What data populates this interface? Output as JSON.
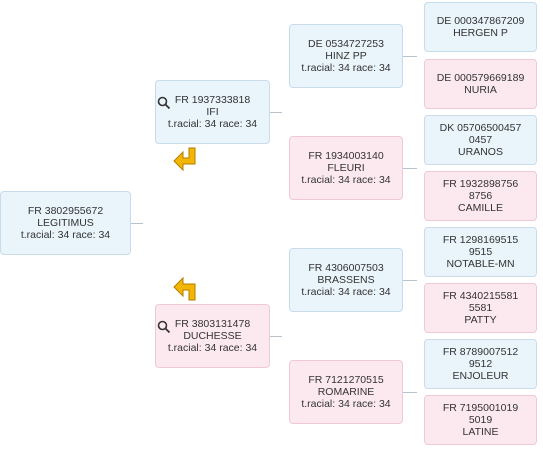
{
  "tree": {
    "subject": {
      "id": "FR 3802955672",
      "name": "LEGITIMUS",
      "stats": "t.racial: 34 race: 34"
    },
    "sire": {
      "id": "FR 1937333818",
      "name": "IFI",
      "stats": "t.racial: 34 race: 34"
    },
    "dam": {
      "id": "FR 3803131478",
      "name": "DUCHESSE",
      "stats": "t.racial: 34 race: 34"
    },
    "gs1": {
      "id": "DE 0534727253",
      "name": "HINZ PP",
      "stats": "t.racial: 34 race: 34"
    },
    "gd1": {
      "id": "FR 1934003140",
      "name": "FLEURI",
      "stats": "t.racial: 34 race: 34"
    },
    "gs2": {
      "id": "FR 4306007503",
      "name": "BRASSENS",
      "stats": "t.racial: 34 race: 34"
    },
    "gd2": {
      "id": "FR 7121270515",
      "name": "ROMARINE",
      "stats": "t.racial: 34 race: 34"
    },
    "g1": {
      "id": "DE 000347867209",
      "name": "HERGEN P"
    },
    "g2": {
      "id": "DE 000579669189",
      "name": "NURIA"
    },
    "g3": {
      "id1": "DK 05706500457",
      "id2": "0457",
      "name": "URANOS"
    },
    "g4": {
      "id1": "FR 1932898756",
      "id2": "8756",
      "name": "CAMILLE"
    },
    "g5": {
      "id1": "FR 1298169515",
      "id2": "9515",
      "name": "NOTABLE-MN"
    },
    "g6": {
      "id1": "FR 4340215581",
      "id2": "5581",
      "name": "PATTY"
    },
    "g7": {
      "id1": "FR 8789007512",
      "id2": "9512",
      "name": "ENJOLEUR"
    },
    "g8": {
      "id1": "FR 7195001019",
      "id2": "5019",
      "name": "LATINE"
    }
  },
  "icons": {
    "search": "magnifier-icon",
    "navigate": "yellow-arrow-icon"
  },
  "colors": {
    "male_bg": "#eaf4fb",
    "female_bg": "#fce9ef",
    "arrow": "#f2b705"
  }
}
